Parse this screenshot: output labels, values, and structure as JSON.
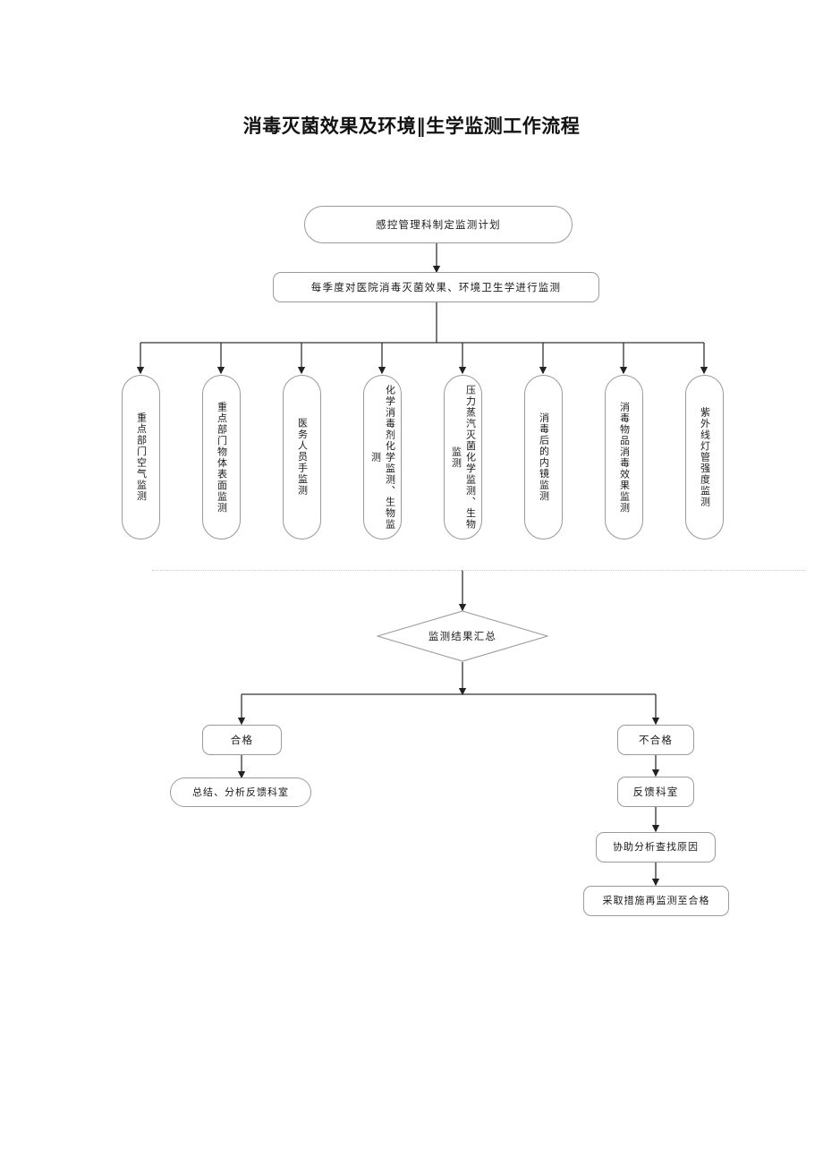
{
  "title": "消毒灭菌效果及环境‖生学监测工作流程",
  "flow": {
    "start": {
      "label": "感控管理科制定监测计划",
      "shape": "stadium"
    },
    "quarterly": {
      "label": "每季度对医院消毒灭菌效果、环境卫生学进行监测",
      "shape": "rounded"
    },
    "monitor_items": [
      {
        "label": "重点部门空气监测"
      },
      {
        "label": "重点部门物体表面监测"
      },
      {
        "label": "医务人员手监测"
      },
      {
        "label": "化学消毒剂化学监测、生物监测"
      },
      {
        "label": "压力蒸汽灭菌化学监测、生物监测"
      },
      {
        "label": "消毒后的内镜监测"
      },
      {
        "label": "消毒物品消毒效果监测"
      },
      {
        "label": "紫外线灯管强度监测"
      }
    ],
    "decision": {
      "label": "监测结果汇总",
      "shape": "diamond"
    },
    "pass_branch": {
      "result": {
        "label": "合格",
        "shape": "rounded"
      },
      "action": {
        "label": "总结、分析反馈科室",
        "shape": "stadium"
      }
    },
    "fail_branch": {
      "result": {
        "label": "不合格",
        "shape": "rounded"
      },
      "steps": [
        {
          "label": "反馈科室"
        },
        {
          "label": "协助分析查找原因"
        },
        {
          "label": "采取措施再监测至合格"
        }
      ]
    }
  },
  "colors": {
    "node_border": "#9a9a9a",
    "connector": "#333333",
    "page_background": "#ffffff",
    "text": "#1a1a1a",
    "divider": "#c9c9d6"
  }
}
